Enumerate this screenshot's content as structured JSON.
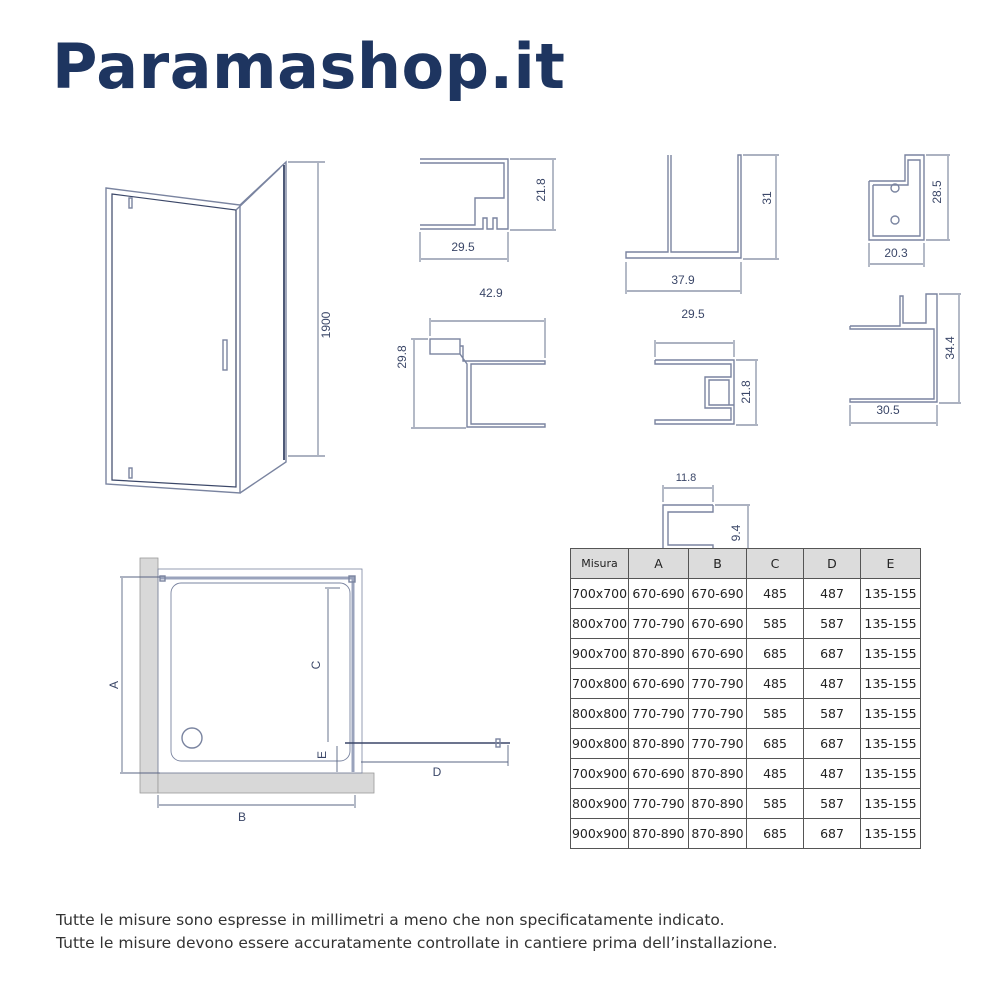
{
  "brand": "Paramashop.it",
  "door_drawing": {
    "height_label": "1900"
  },
  "profiles": [
    {
      "width": "29.5",
      "height": "21.8"
    },
    {
      "width": "37.9",
      "height": "31"
    },
    {
      "width": "20.3",
      "height": "28.5"
    },
    {
      "width": "42.9",
      "height": "29.8"
    },
    {
      "width": "29.5",
      "height": "21.8"
    },
    {
      "width": "30.5",
      "height": "34.4"
    },
    {
      "width": "11.8",
      "height": "9.4"
    }
  ],
  "plan": {
    "a": "A",
    "b": "B",
    "c": "C",
    "d": "D",
    "e": "E"
  },
  "table": {
    "headers": [
      "Misura",
      "A",
      "B",
      "C",
      "D",
      "E"
    ],
    "rows": [
      [
        "700x700",
        "670-690",
        "670-690",
        "485",
        "487",
        "135-155"
      ],
      [
        "800x700",
        "770-790",
        "670-690",
        "585",
        "587",
        "135-155"
      ],
      [
        "900x700",
        "870-890",
        "670-690",
        "685",
        "687",
        "135-155"
      ],
      [
        "700x800",
        "670-690",
        "770-790",
        "485",
        "487",
        "135-155"
      ],
      [
        "800x800",
        "770-790",
        "770-790",
        "585",
        "587",
        "135-155"
      ],
      [
        "900x800",
        "870-890",
        "770-790",
        "685",
        "687",
        "135-155"
      ],
      [
        "700x900",
        "670-690",
        "870-890",
        "485",
        "487",
        "135-155"
      ],
      [
        "800x900",
        "770-790",
        "870-890",
        "585",
        "587",
        "135-155"
      ],
      [
        "900x900",
        "870-890",
        "870-890",
        "685",
        "687",
        "135-155"
      ]
    ]
  },
  "footer": {
    "line1": "Tutte le misure sono espresse in millimetri a meno che non specificatamente indicato.",
    "line2": "Tutte le misure devono essere accuratamente controllate in cantiere prima dell’installazione."
  }
}
